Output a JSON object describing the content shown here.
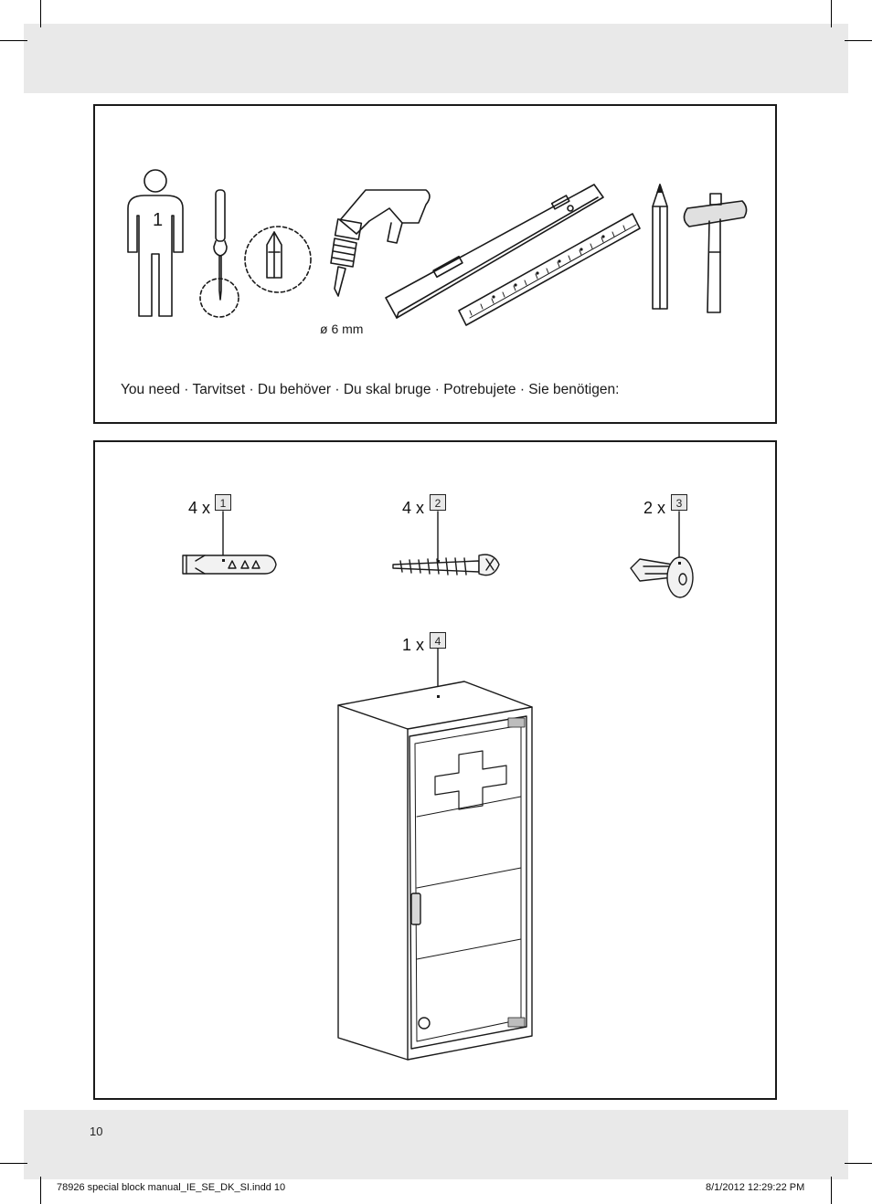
{
  "page": {
    "number": "10",
    "footer_file": "78926 special block manual_IE_SE_DK_SI.indd   10",
    "footer_datetime": "8/1/2012   12:29:22 PM"
  },
  "tools_panel": {
    "person_count": "1",
    "drill_bit_size": "ø 6 mm",
    "you_need": "You need · Tarvitset · Du behöver · Du skal bruge · Potrebujete · Sie benötigen:",
    "icons": [
      "person-icon",
      "screwdriver-icon",
      "phillips-bit-icon",
      "drill-icon",
      "spirit-level-icon",
      "ruler-icon",
      "pencil-icon",
      "hammer-icon"
    ]
  },
  "parts_panel": {
    "parts": [
      {
        "quantity": "4 x",
        "number": "1",
        "icon": "wall-plug-icon"
      },
      {
        "quantity": "4 x",
        "number": "2",
        "icon": "screw-icon"
      },
      {
        "quantity": "2 x",
        "number": "3",
        "icon": "key-icon"
      },
      {
        "quantity": "1 x",
        "number": "4",
        "icon": "medicine-cabinet-icon"
      }
    ]
  },
  "colors": {
    "band": "#e9e9e9",
    "border": "#1a1a1a",
    "tag": "#e8e8e8"
  }
}
